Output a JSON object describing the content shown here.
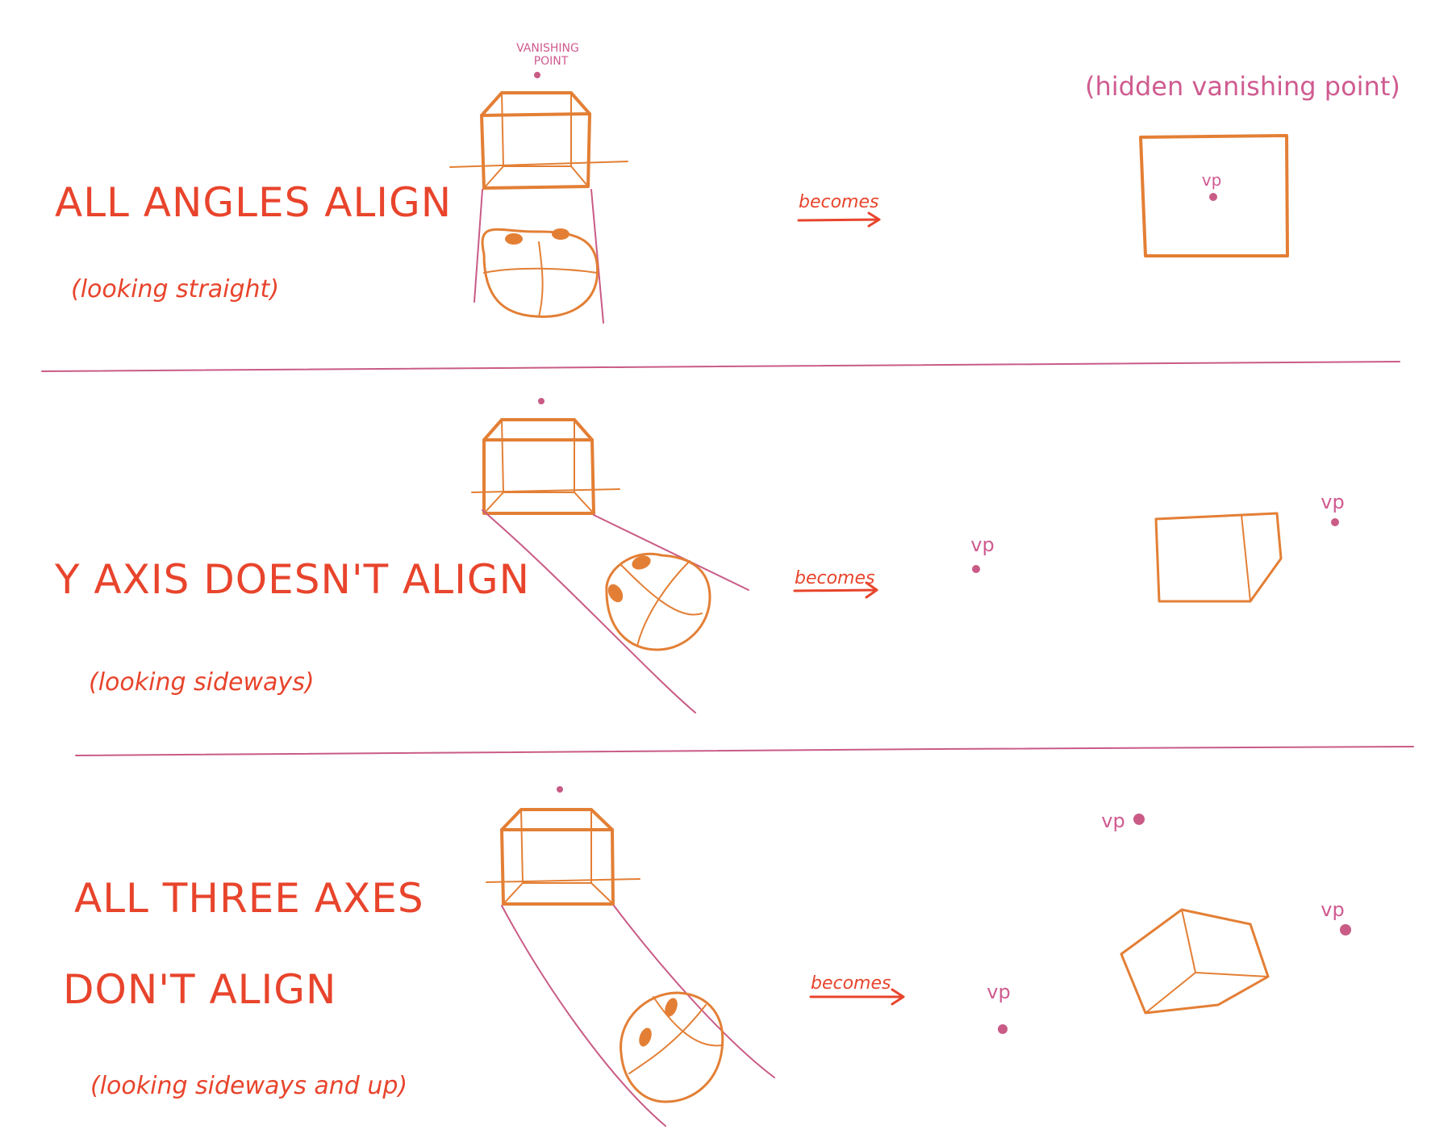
{
  "rows": [
    {
      "title_lines": [
        "ALL ANGLES ALIGN"
      ],
      "subtitle": "(looking straight)",
      "becomes": "becomes",
      "top_label_lines": [
        "VANISHING",
        "POINT"
      ],
      "result_caption": "(hidden vanishing point)",
      "vp_label": "vp"
    },
    {
      "title_lines": [
        "Y AXIS DOESN'T ALIGN"
      ],
      "subtitle": "(looking sideways)",
      "becomes": "becomes",
      "vp_left": "vp",
      "vp_right": "vp"
    },
    {
      "title_lines": [
        "ALL THREE AXES",
        "DON'T ALIGN"
      ],
      "subtitle": "(looking sideways and up)",
      "becomes": "becomes",
      "vp_top": "vp",
      "vp_right": "vp",
      "vp_left": "vp"
    }
  ],
  "colors": {
    "text_red": "#e8442c",
    "shape_orange": "#e37f35",
    "guide_pink": "#c95b86"
  }
}
